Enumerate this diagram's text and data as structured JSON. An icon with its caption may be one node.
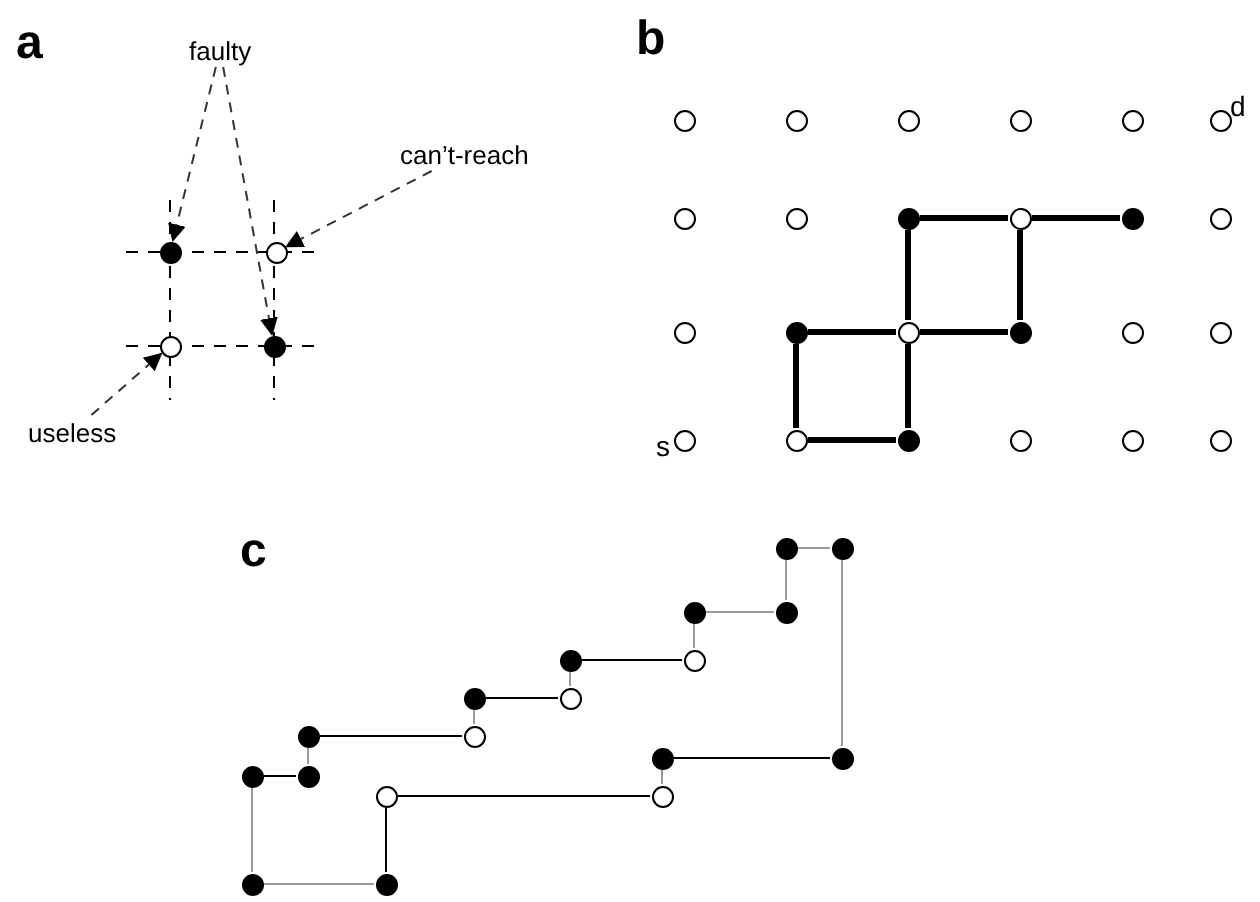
{
  "diagram": {
    "nodes": [
      {
        "text": [
          "faulty"
        ]
      },
      {
        "text": [
          "can’t-reach"
        ]
      },
      {
        "text": [],
        "shape": "dot"
      },
      {
        "text": [],
        "shape": "circle"
      },
      {
        "text": [],
        "shape": "circle"
      },
      {
        "text": [],
        "shape": "dot"
      },
      {
        "text": [
          "useless"
        ]
      },
      {
        "text": [],
        "shape": "circle"
      },
      {
        "text": [],
        "shape": "circle"
      },
      {
        "text": [],
        "shape": "circle"
      },
      {
        "text": [],
        "shape": "circle"
      },
      {
        "text": [],
        "shape": "circle"
      },
      {
        "text": [],
        "shape": "circle",
        "beside": [
          "d"
        ]
      },
      {
        "text": [],
        "shape": "circle"
      },
      {
        "text": [],
        "shape": "circle"
      },
      {
        "text": [],
        "shape": "dot"
      },
      {
        "text": [],
        "shape": "circle"
      },
      {
        "text": [],
        "shape": "dot"
      },
      {
        "text": [],
        "shape": "circle"
      },
      {
        "text": [],
        "shape": "circle"
      },
      {
        "text": [],
        "shape": "dot"
      },
      {
        "text": [],
        "shape": "circle"
      },
      {
        "text": [],
        "shape": "dot"
      },
      {
        "text": [],
        "shape": "circle"
      },
      {
        "text": [],
        "shape": "circle"
      },
      {
        "text": [],
        "shape": "circle",
        "beside": [
          "s"
        ]
      },
      {
        "text": [],
        "shape": "circle"
      },
      {
        "text": [],
        "shape": "dot"
      },
      {
        "text": [],
        "shape": "circle"
      },
      {
        "text": [],
        "shape": "circle"
      },
      {
        "text": [],
        "shape": "circle"
      },
      {
        "text": [],
        "shape": "dot"
      },
      {
        "text": [],
        "shape": "dot"
      },
      {
        "text": [],
        "shape": "dot"
      },
      {
        "text": [],
        "shape": "circle"
      },
      {
        "text": [],
        "shape": "dot"
      },
      {
        "text": [],
        "shape": "circle"
      },
      {
        "text": [],
        "shape": "dot"
      },
      {
        "text": [],
        "shape": "circle"
      },
      {
        "text": [],
        "shape": "dot"
      },
      {
        "text": [],
        "shape": "dot"
      },
      {
        "text": [],
        "shape": "dot"
      },
      {
        "text": [],
        "shape": "dot"
      },
      {
        "text": [],
        "shape": "dot"
      },
      {
        "text": [],
        "shape": "dot"
      },
      {
        "text": [],
        "shape": "circle"
      },
      {
        "text": [],
        "shape": "circle"
      },
      {
        "text": [],
        "shape": "dot"
      },
      {
        "text": [],
        "shape": "dot"
      }
    ],
    "edges": [
      {
        "from": 0,
        "to": 2,
        "arrow": "to",
        "style": "dashed"
      },
      {
        "from": 0,
        "to": 5,
        "arrow": "to",
        "style": "dashed"
      },
      {
        "from": 1,
        "to": 3,
        "arrow": "to",
        "style": "dashed"
      },
      {
        "from": 6,
        "to": 4,
        "arrow": "to",
        "style": "dashed"
      },
      {
        "from": 15,
        "to": 16,
        "arrow": "none",
        "style": "thick"
      },
      {
        "from": 16,
        "to": 17,
        "arrow": "none",
        "style": "thick"
      },
      {
        "from": 15,
        "to": 21,
        "arrow": "none",
        "style": "thick"
      },
      {
        "from": 16,
        "to": 22,
        "arrow": "none",
        "style": "thick"
      },
      {
        "from": 20,
        "to": 21,
        "arrow": "none",
        "style": "thick"
      },
      {
        "from": 21,
        "to": 22,
        "arrow": "none",
        "style": "thick"
      },
      {
        "from": 20,
        "to": 26,
        "arrow": "none",
        "style": "thick"
      },
      {
        "from": 26,
        "to": 27,
        "arrow": "none",
        "style": "thick"
      },
      {
        "from": 21,
        "to": 27,
        "arrow": "none",
        "style": "thick"
      },
      {
        "from": 31,
        "to": 32,
        "arrow": "none"
      },
      {
        "from": 32,
        "to": 33,
        "arrow": "none",
        "color": "#999999"
      },
      {
        "from": 33,
        "to": 34,
        "arrow": "none"
      },
      {
        "from": 34,
        "to": 35,
        "arrow": "none",
        "color": "#999999"
      },
      {
        "from": 35,
        "to": 36,
        "arrow": "none"
      },
      {
        "from": 36,
        "to": 37,
        "arrow": "none",
        "color": "#999999"
      },
      {
        "from": 37,
        "to": 38,
        "arrow": "none"
      },
      {
        "from": 38,
        "to": 39,
        "arrow": "none",
        "color": "#999999"
      },
      {
        "from": 39,
        "to": 40,
        "arrow": "none",
        "color": "#999999"
      },
      {
        "from": 40,
        "to": 41,
        "arrow": "none",
        "color": "#999999"
      },
      {
        "from": 41,
        "to": 42,
        "arrow": "none",
        "color": "#999999"
      },
      {
        "from": 42,
        "to": 43,
        "arrow": "none",
        "color": "#999999"
      },
      {
        "from": 43,
        "to": 44,
        "arrow": "none"
      },
      {
        "from": 44,
        "to": 45,
        "arrow": "none",
        "color": "#999999"
      },
      {
        "from": 45,
        "to": 46,
        "arrow": "none"
      },
      {
        "from": 46,
        "to": 47,
        "arrow": "none"
      },
      {
        "from": 47,
        "to": 48,
        "arrow": "none",
        "color": "#999999"
      },
      {
        "from": 48,
        "to": 31,
        "arrow": "none",
        "color": "#999999"
      }
    ],
    "labels": [
      "a",
      "b",
      "c"
    ]
  }
}
